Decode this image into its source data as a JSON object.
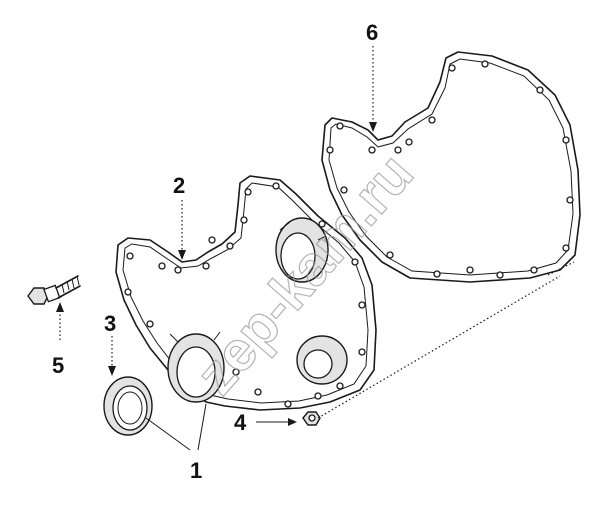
{
  "callouts": {
    "c1": "1",
    "c2": "2",
    "c3": "3",
    "c4": "4",
    "c5": "5",
    "c6": "6"
  },
  "watermark": "zep-kam.ru",
  "colors": {
    "line": "#1a1a1a",
    "watermark": "#9a9a9a",
    "background": "#ffffff"
  }
}
